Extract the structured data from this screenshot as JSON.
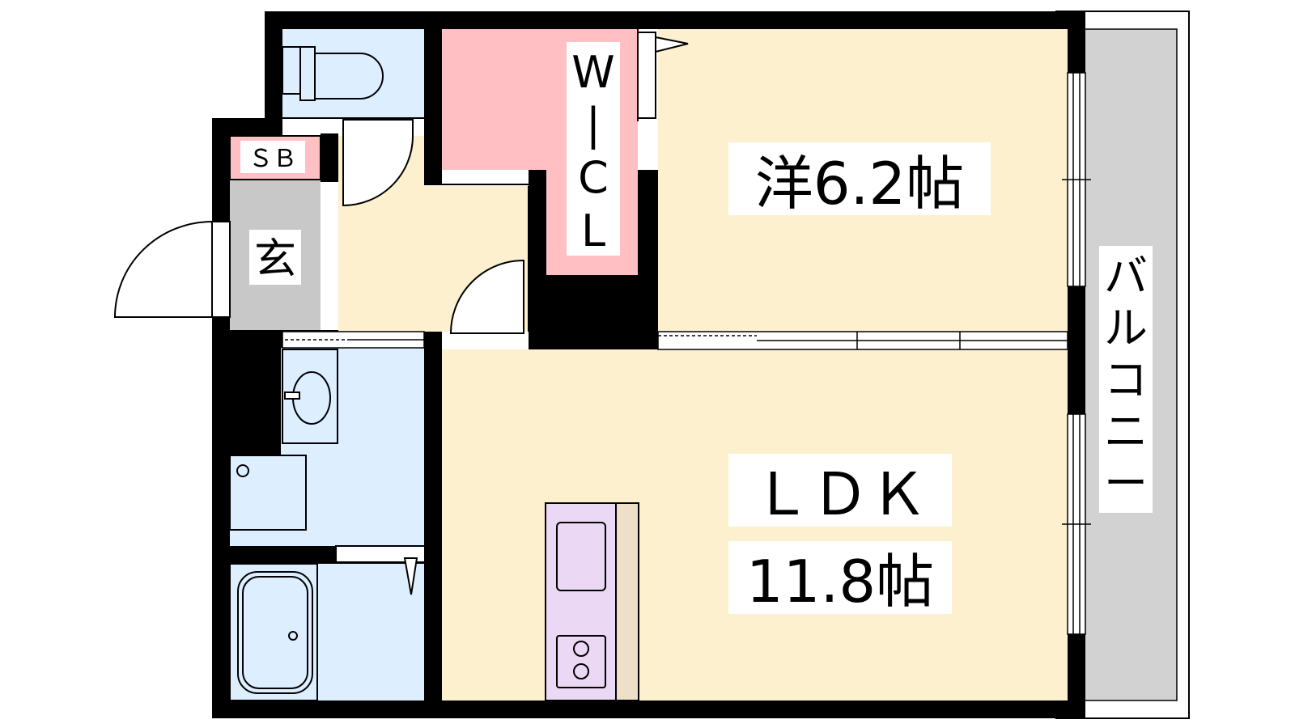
{
  "rooms": {
    "western": {
      "label": "洋6.2帖"
    },
    "ldk": {
      "label": "ＬＤＫ",
      "size": "11.8帖"
    },
    "wic": {
      "label": "W|CL",
      "chars": [
        "W",
        "|",
        "C",
        "L"
      ]
    },
    "entrance": {
      "label": "玄"
    },
    "shoe_box": {
      "label": "ＳＢ"
    },
    "balcony": {
      "label": "バルコニー",
      "chars": [
        "バ",
        "ル",
        "コ",
        "ニ",
        "ー"
      ]
    }
  },
  "colors": {
    "wall": "#000000",
    "living_floor": "#fdf0cf",
    "wet_area": "#ddeeff",
    "closet": "#ffbfc3",
    "entrance_floor": "#c8c8c8",
    "balcony": "#d2d2d2",
    "kitchen": "#ead8f4",
    "counter": "#eee0c8"
  }
}
